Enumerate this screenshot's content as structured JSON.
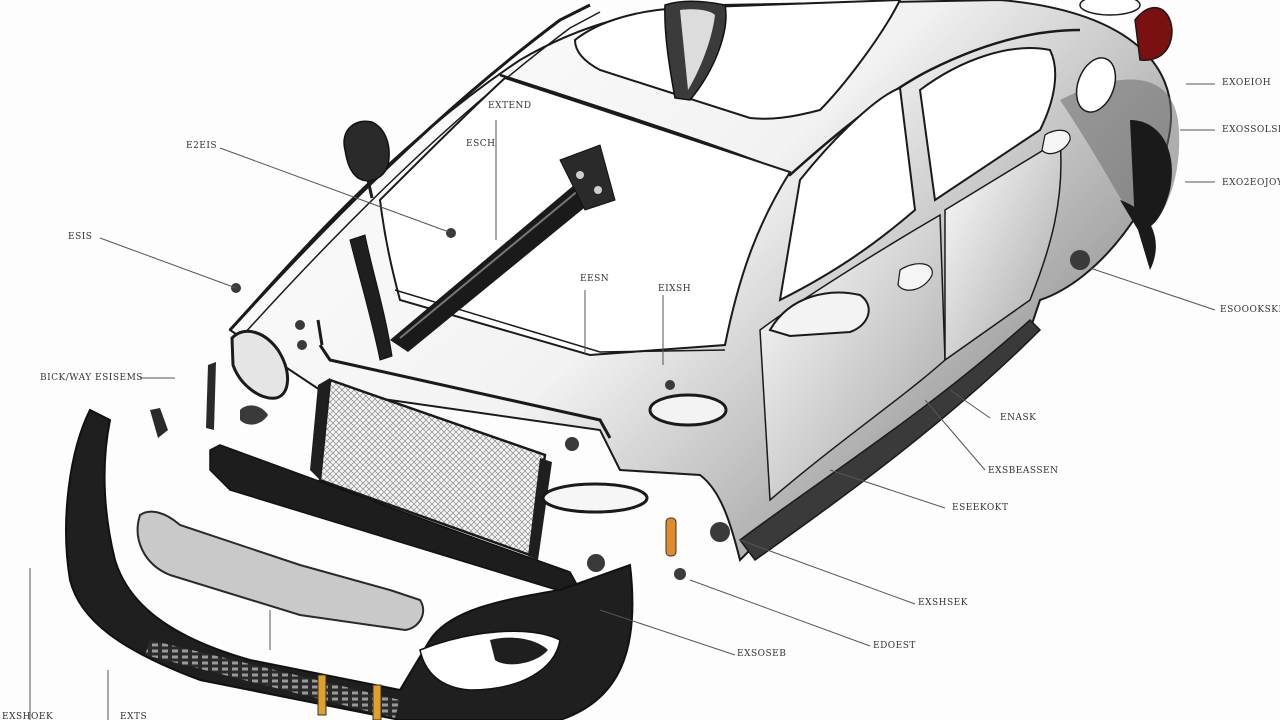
{
  "labels": {
    "l01": "EXTEND",
    "l02": "ESCH",
    "l03": "E2EIS",
    "l04": "ESIS",
    "l05": "BICK/WAY ESISEMS",
    "l06": "EESN",
    "l07": "EIXSH",
    "l08": "EXOEIOH",
    "l09": "EXOSSOLSE",
    "l10": "EXO2EOJOY",
    "l11": "ESOOOKSKEZ",
    "l12": "ENASK",
    "l13": "EXSBEASSEN",
    "l14": "ESEEKOKT",
    "l15": "EXSHSEK",
    "l16": "EDOEST",
    "l17": "EXSOSEB",
    "l18": "EXSHOEK",
    "l19": "EXTS"
  },
  "colors": {
    "background": "#fdfdfd",
    "outline": "#1a1a1a",
    "leader": "#555555",
    "body_shade": "#9a9a9a",
    "taillight": "#7a1010",
    "marker": "#e08a2a"
  }
}
